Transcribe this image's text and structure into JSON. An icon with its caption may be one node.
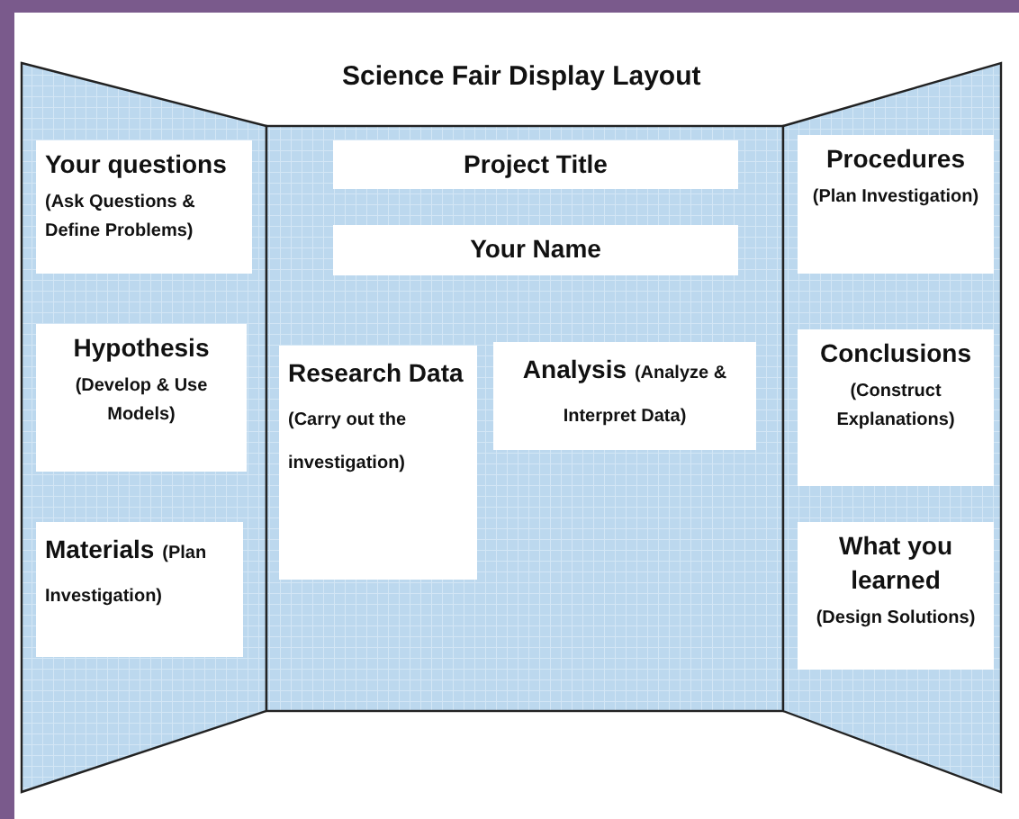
{
  "diagram": {
    "title": "Science Fair Display Layout",
    "nodes": [
      {
        "text": [
          "Your questions",
          "(Ask Questions & Define Problems)"
        ]
      },
      {
        "text": [
          "Project Title"
        ]
      },
      {
        "text": [
          "Procedures",
          "(Plan Investigation)"
        ]
      },
      {
        "text": [
          "Your Name"
        ]
      },
      {
        "text": [
          "Hypothesis",
          "(Develop & Use Models)"
        ]
      },
      {
        "text": [
          "Research Data",
          "(Carry out the investigation)"
        ]
      },
      {
        "text": [
          "Analysis",
          "(Analyze & Interpret Data)"
        ]
      },
      {
        "text": [
          "Conclusions",
          "(Construct Explanations)"
        ]
      },
      {
        "text": [
          "Materials",
          "(Plan Investigation)"
        ]
      },
      {
        "text": [
          "What you learned",
          "(Design Solutions)"
        ]
      }
    ]
  }
}
